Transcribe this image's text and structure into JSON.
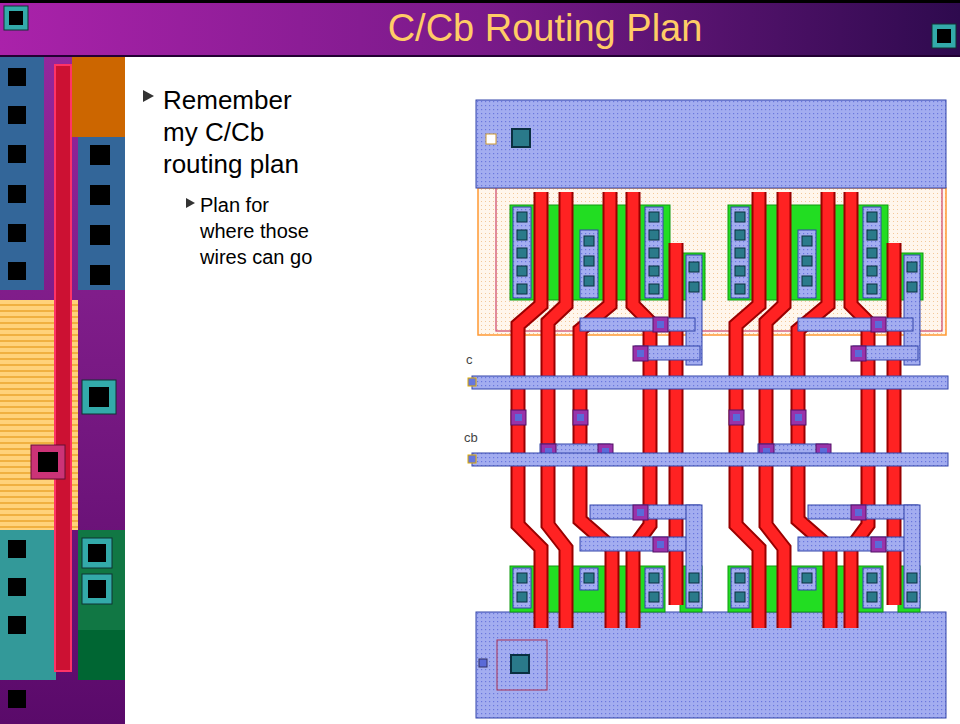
{
  "diagram": {
    "title": "C/Cb Routing Plan",
    "labels": [
      "Remember my C/Cb routing plan",
      "Plan for where those wires can go",
      "c",
      "cb"
    ]
  }
}
